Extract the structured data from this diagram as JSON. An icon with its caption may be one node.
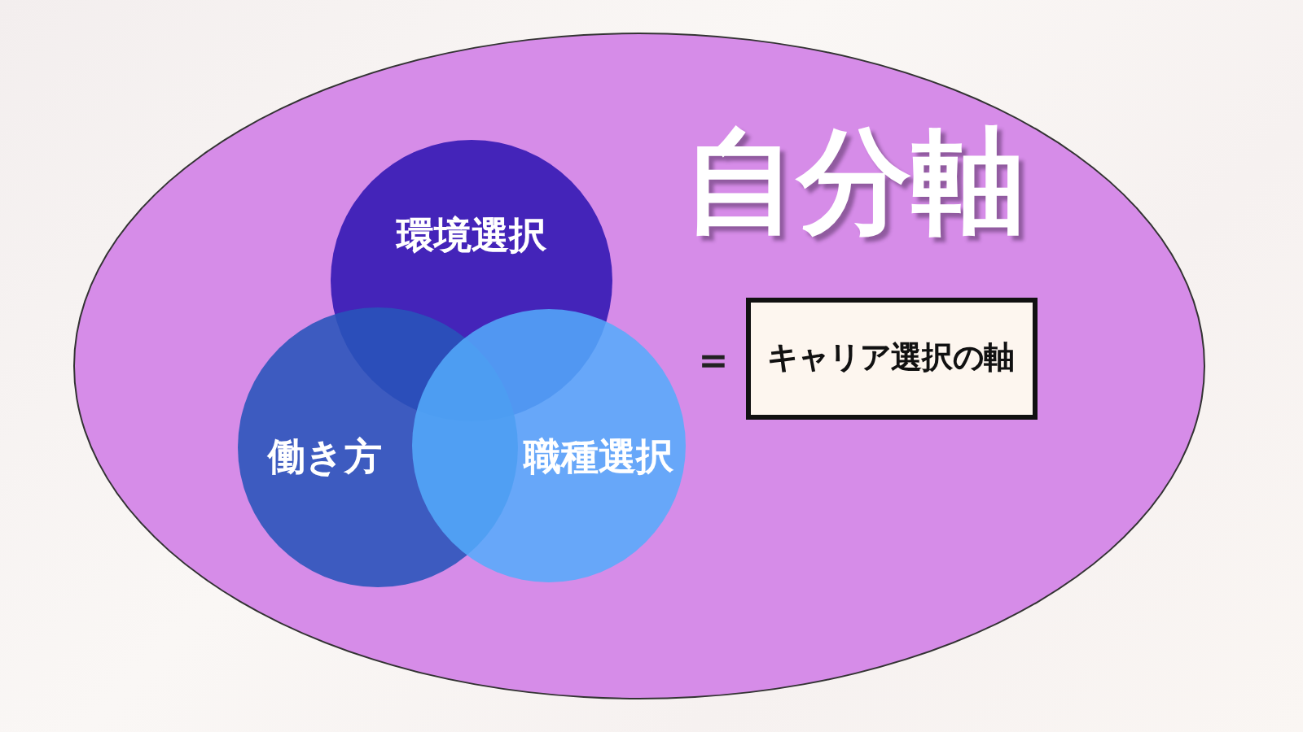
{
  "diagram": {
    "nodes": [
      {
        "text": [
          "自分軸"
        ]
      },
      {
        "text": [
          "環境選択"
        ],
        "in": 0
      },
      {
        "text": [
          "働き方"
        ],
        "in": 0
      },
      {
        "text": [
          "職種選択"
        ],
        "in": 0
      },
      {
        "text": [
          "キャリア選択の軸"
        ],
        "in": 0
      }
    ],
    "labels": [
      "="
    ]
  }
}
